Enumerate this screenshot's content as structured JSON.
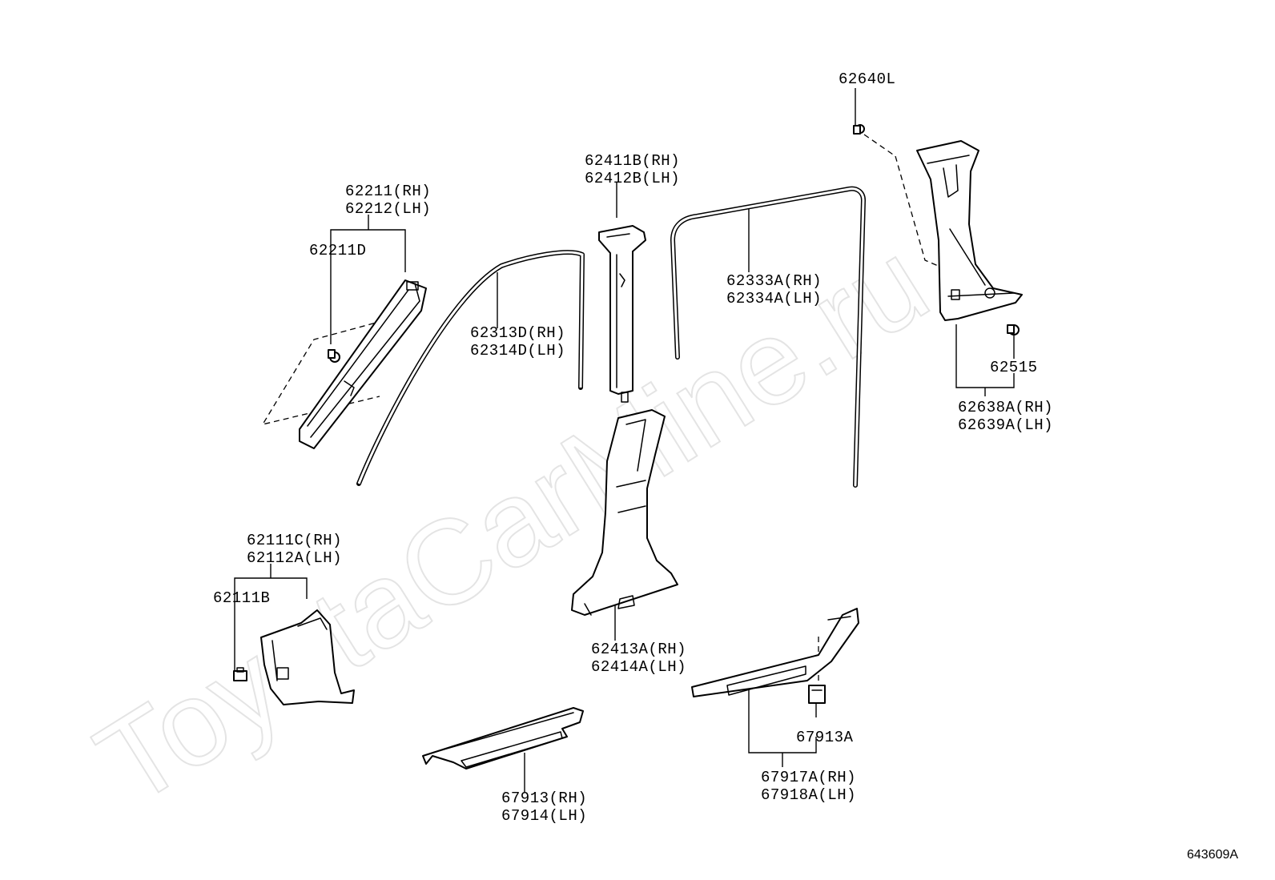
{
  "watermark": "ToyotaCarMine.ru",
  "figure_ref": "643609A",
  "colors": {
    "line": "#000000",
    "background": "#ffffff",
    "watermark": "#e4e4e4"
  },
  "labels": {
    "p62640L": "62640L",
    "p62411B_rh": "62411B(RH)",
    "p62412B_lh": "62412B(LH)",
    "p62211_rh": "62211(RH)",
    "p62212_lh": "62212(LH)",
    "p62211D": "62211D",
    "p62333A_rh": "62333A(RH)",
    "p62334A_lh": "62334A(LH)",
    "p62313D_rh": "62313D(RH)",
    "p62314D_lh": "62314D(LH)",
    "p62515": "62515",
    "p62638A_rh": "62638A(RH)",
    "p62639A_lh": "62639A(LH)",
    "p62111C_rh": "62111C(RH)",
    "p62112A_lh": "62112A(LH)",
    "p62111B": "62111B",
    "p62413A_rh": "62413A(RH)",
    "p62414A_lh": "62414A(LH)",
    "p67913A": "67913A",
    "p67917A_rh": "67917A(RH)",
    "p67918A_lh": "67918A(LH)",
    "p67913_rh": "67913(RH)",
    "p67914_lh": "67914(LH)"
  }
}
